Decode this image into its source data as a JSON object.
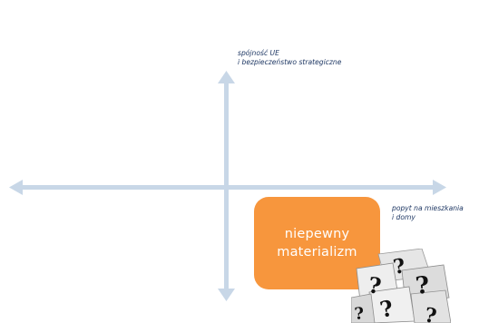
{
  "axes": {
    "vertical_top_label": [
      "spójność UE",
      "i bezpieczeństwo strategiczne"
    ],
    "horizontal_right_label": [
      "popyt na mieszkania",
      "i domy"
    ]
  },
  "quadrant": {
    "label": [
      "niepewny",
      "materializm"
    ],
    "color": "#f7963d"
  },
  "colors": {
    "axis": "#c8d7e7",
    "label_text": "#1f3864"
  },
  "image": {
    "icon": "question-marks-paper-image"
  }
}
